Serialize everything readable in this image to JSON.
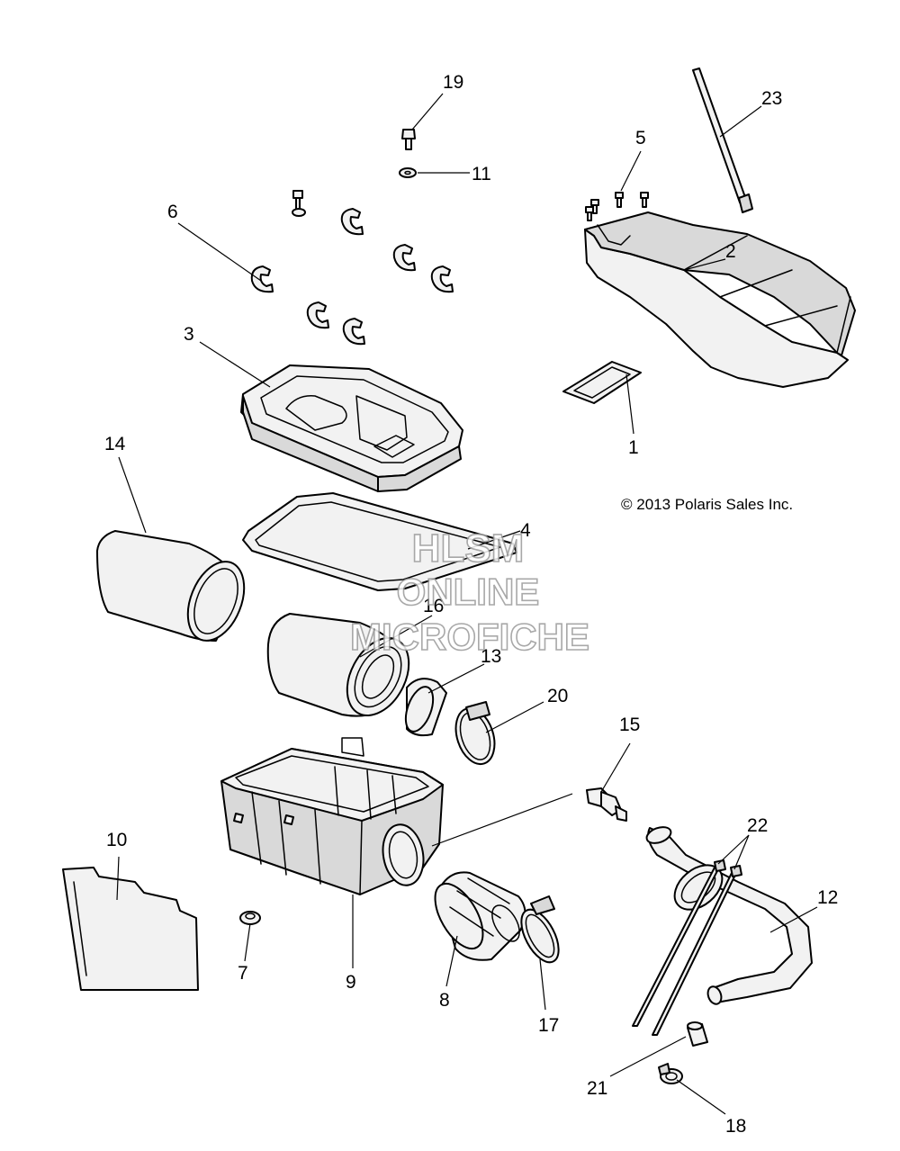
{
  "copyright": "© 2013 Polaris Sales Inc.",
  "watermark": {
    "line1": "HLSM",
    "line2": "ONLINE",
    "line3": "MICROFICHE"
  },
  "callouts": {
    "c1": "1",
    "c2": "2",
    "c3": "3",
    "c4": "4",
    "c5": "5",
    "c6": "6",
    "c7": "7",
    "c8": "8",
    "c9": "9",
    "c10": "10",
    "c11": "11",
    "c12": "12",
    "c13": "13",
    "c14": "14",
    "c15": "15",
    "c16": "16",
    "c17": "17",
    "c18": "18",
    "c19": "19",
    "c20": "20",
    "c21": "21",
    "c22": "22",
    "c23": "23"
  }
}
